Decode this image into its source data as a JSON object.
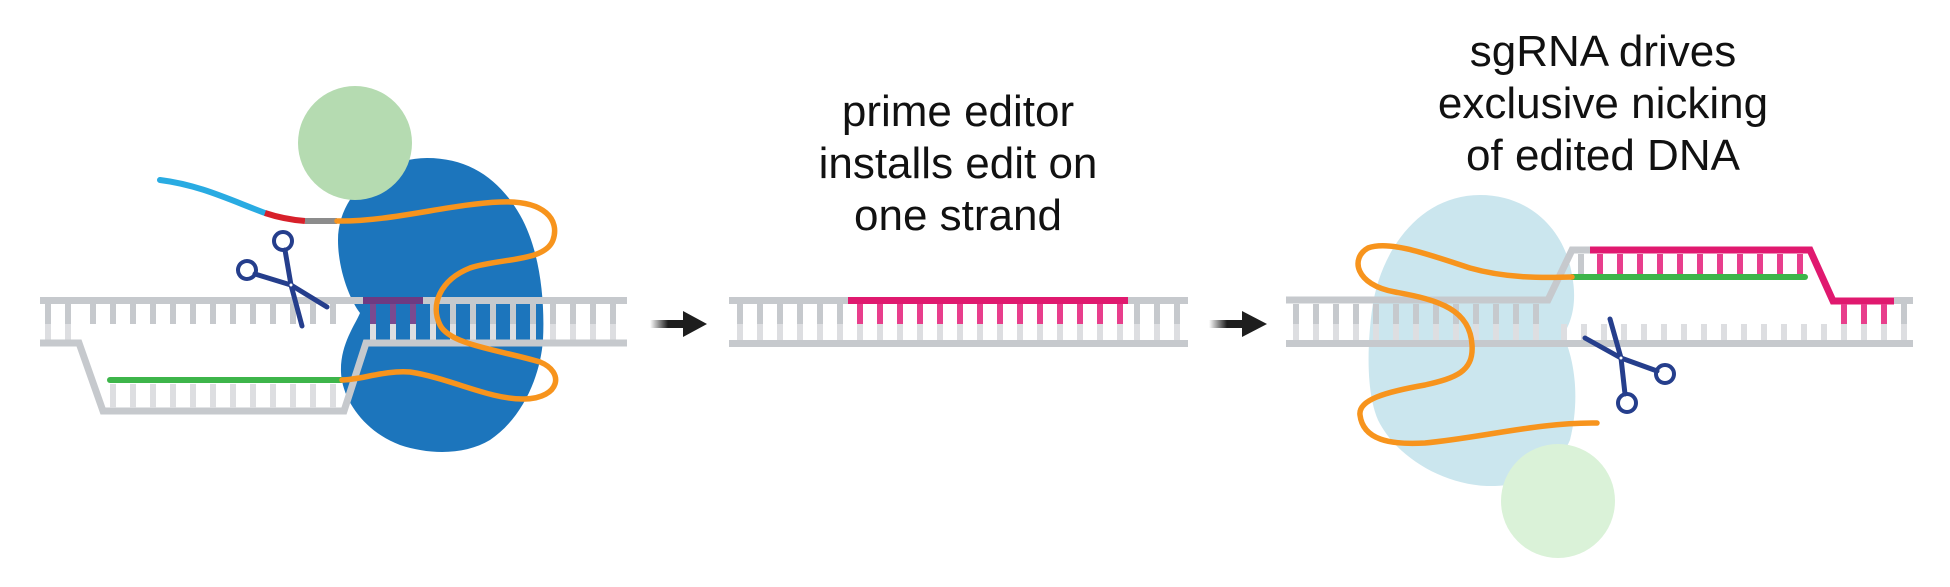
{
  "diagram": {
    "title": "Prime editing followed by sgRNA-driven nicking of edited DNA",
    "steps": [
      {
        "id": "step-1",
        "caption_lines": [],
        "elements": [
          "prime-editor-protein (Cas9 nickase, dark blue)",
          "reverse-transcriptase domain (green circle)",
          "pegRNA (light blue spacer, red, gray, orange scaffold)",
          "nicking scissors",
          "target DNA with edit site (purple)",
          "RT template / primer binding flap (green)"
        ]
      },
      {
        "id": "step-2",
        "caption_lines": [
          "prime editor",
          "installs edit on",
          "one strand"
        ],
        "elements": [
          "DNA duplex with edited strand (pink)"
        ]
      },
      {
        "id": "step-3",
        "caption_lines": [
          "sgRNA drives",
          "exclusive nicking",
          "of edited DNA"
        ],
        "elements": [
          "Cas9 nickase (light blue)",
          "effector domain (pale green circle)",
          "sgRNA (orange, green spacer)",
          "edited pink strand displaced",
          "nicking scissors on unedited strand"
        ]
      }
    ],
    "arrows": [
      {
        "from": "step-1",
        "to": "step-2"
      },
      {
        "from": "step-2",
        "to": "step-3"
      }
    ],
    "colors": {
      "dna_backbone": "#c6c9cd",
      "dna_rung_top": "#c6c9cd",
      "dna_rung_bottom": "#dddee1",
      "edit_strand": "#e0196f",
      "edit_site": "#6e3a82",
      "cas9_dark": "#1c75bc",
      "cas9_light": "#cbe6ee",
      "rt_domain": "#b5dbb1",
      "rt_domain_light": "#daf2d8",
      "rna_scaffold": "#f7941d",
      "rna_spacer": "#29abe2",
      "rna_red": "#d7202a",
      "rna_gray": "#8c8c8c",
      "rna_green": "#3db54a",
      "scissors": "#253e8c",
      "arrow": "#1e1e1e",
      "text": "#111111"
    }
  }
}
